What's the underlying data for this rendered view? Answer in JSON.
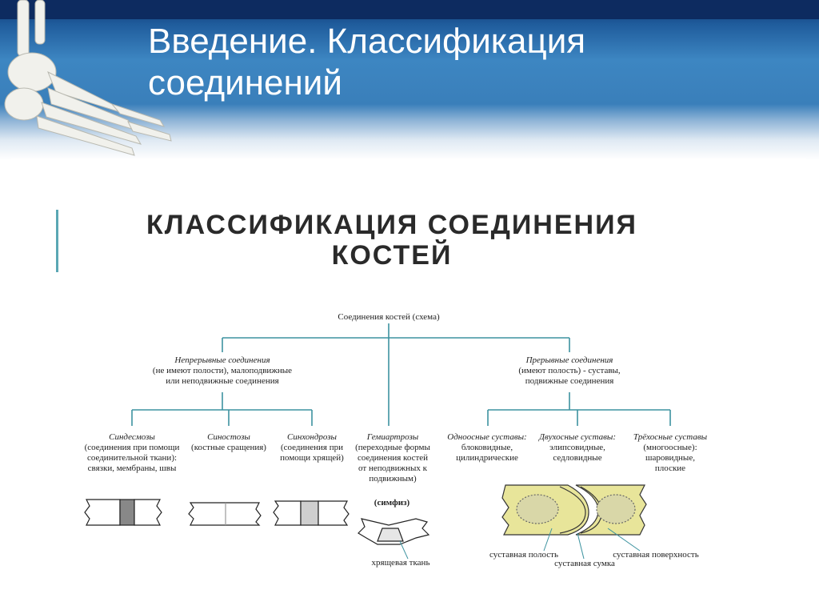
{
  "slide": {
    "title_line1": "Введение. Классификация",
    "title_line2": "соединений"
  },
  "diagram": {
    "title_line1": "КЛАССИФИКАЦИЯ СОЕДИНЕНИЯ",
    "title_line2": "КОСТЕЙ",
    "root": "Соединения костей (схема)",
    "continuous": {
      "name": "Непрерывные соединения",
      "desc1": "(не имеют полости), малоподвижные",
      "desc2": "или неподвижные соединения"
    },
    "discontinuous": {
      "name": "Прерывные соединения",
      "desc1": "(имеют полость) - суставы,",
      "desc2": "подвижные соединения"
    },
    "syndesmoses": {
      "name": "Синдесмозы",
      "desc1": "(соединения при помощи",
      "desc2": "соединительной ткани):",
      "desc3": "связки, мембраны, швы"
    },
    "synostoses": {
      "name": "Синостозы",
      "desc1": "(костные сращения)"
    },
    "synchondroses": {
      "name": "Синхондрозы",
      "desc1": "(соединения при",
      "desc2": "помощи хрящей)"
    },
    "hemiarthroses": {
      "name": "Гемиартрозы",
      "desc1": "(переходные формы",
      "desc2": "соединения костей",
      "desc3": "от неподвижных к",
      "desc4": "подвижным)",
      "example": "(симфиз)",
      "tissue": "хрящевая ткань"
    },
    "uniaxial": {
      "name": "Одноосные суставы:",
      "desc1": "блоковидные,",
      "desc2": "цилиндрические"
    },
    "biaxial": {
      "name": "Двухосные суставы:",
      "desc1": "элипсовидные,",
      "desc2": "седловидные"
    },
    "triaxial": {
      "name": "Трёхосные суставы",
      "desc1": "(многоосные):",
      "desc2": "шаровидные,",
      "desc3": "плоские"
    },
    "joint_labels": {
      "cavity": "суставная полость",
      "capsule": "суставная сумка",
      "surface": "суставная поверхность"
    }
  },
  "colors": {
    "header_dark": "#0d2b60",
    "header_mid": "#3d86c2",
    "line_teal": "#3d93a0",
    "bone_yellow": "#e8e59a"
  }
}
